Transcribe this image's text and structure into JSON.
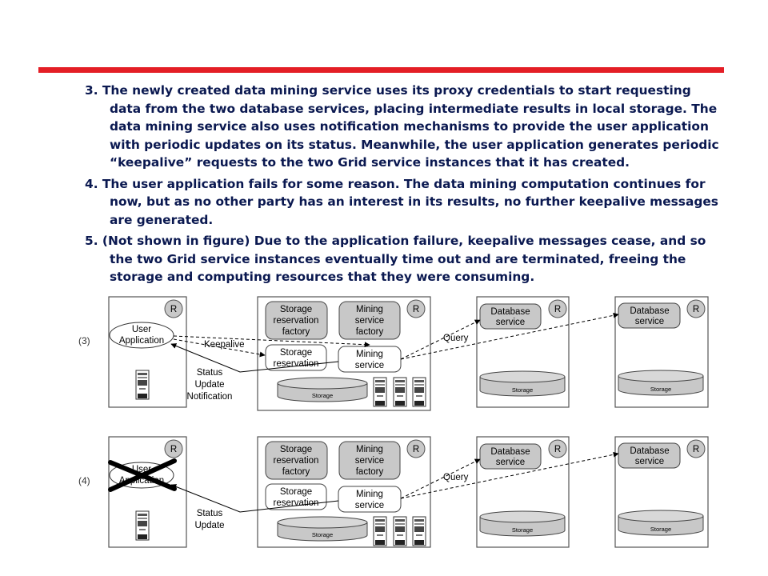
{
  "slide": {
    "accent_color": "#e41e26",
    "text_color": "#0a1850",
    "paragraphs": [
      "3. The newly created data mining service uses its proxy credentials to start requesting data from the two database services, placing intermediate results in local storage. The data mining service also uses notification mechanisms to provide the user application with periodic updates on its status. Meanwhile, the user application generates periodic “keepalive” requests to the two Grid service instances that it has created.",
      "4. The user application fails for some reason. The data mining computation continues for now, but as no other party has an interest in its results, no further keepalive messages are generated.",
      "5. (Not shown in figure) Due to the application failure, keepalive messages cease, and so the two Grid service instances eventually time out and are terminated, freeing the storage and computing resources that they were consuming."
    ]
  },
  "diagram": {
    "row3": {
      "label": "(3)",
      "registry": "R",
      "user_app": [
        "User",
        "Application"
      ],
      "srf": [
        "Storage",
        "reservation",
        "factory"
      ],
      "msf": [
        "Mining",
        "service",
        "factory"
      ],
      "sr": [
        "Storage",
        "reservation"
      ],
      "ms": [
        "Mining",
        "service"
      ],
      "storage": "Storage",
      "db1": [
        "Database",
        "service"
      ],
      "db2": [
        "Database",
        "service"
      ],
      "keepalive": "Keepalive",
      "query": "Query",
      "status": [
        "Status",
        "Update",
        "Notification"
      ]
    },
    "row4": {
      "label": "(4)",
      "registry": "R",
      "user_app": [
        "User",
        "Application"
      ],
      "srf": [
        "Storage",
        "reservation",
        "factory"
      ],
      "msf": [
        "Mining",
        "service",
        "factory"
      ],
      "sr": [
        "Storage",
        "reservation"
      ],
      "ms": [
        "Mining",
        "service"
      ],
      "storage": "Storage",
      "db1": [
        "Database",
        "service"
      ],
      "db2": [
        "Database",
        "service"
      ],
      "query": "Query",
      "status": [
        "Status",
        "Update"
      ]
    }
  }
}
